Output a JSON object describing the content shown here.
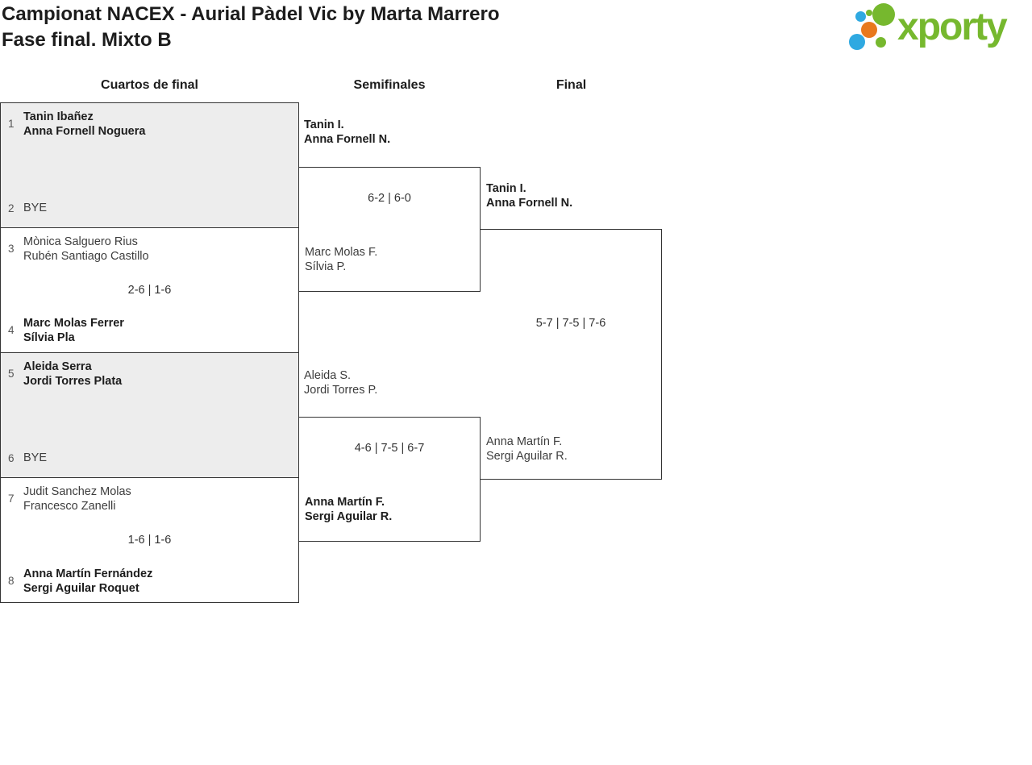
{
  "page": {
    "title_line1": "Campionat NACEX - Aurial Pàdel Vic by Marta Marrero",
    "title_line2": "Fase final. Mixto B"
  },
  "logo": {
    "text": "xporty",
    "colors": {
      "green": "#76b82e",
      "blue": "#2fa9e1",
      "orange": "#e8791d"
    }
  },
  "round_headers": {
    "quarterfinals": "Cuartos de final",
    "semifinals": "Semifinales",
    "final": "Final"
  },
  "bracket": {
    "quarterfinals": [
      {
        "top_seed": "1",
        "top_name1": "Tanin Ibañez",
        "top_name2": "Anna Fornell Noguera",
        "score": "",
        "bottom_seed": "2",
        "bottom_label": "BYE",
        "winner": "top"
      },
      {
        "top_seed": "3",
        "top_name1": "Mònica Salguero Rius",
        "top_name2": "Rubén Santiago Castillo",
        "score": "2-6 | 1-6",
        "bottom_seed": "4",
        "bottom_name1": "Marc Molas Ferrer",
        "bottom_name2": "Sílvia Pla",
        "winner": "bottom"
      },
      {
        "top_seed": "5",
        "top_name1": "Aleida Serra",
        "top_name2": "Jordi Torres Plata",
        "score": "",
        "bottom_seed": "6",
        "bottom_label": "BYE",
        "winner": "top"
      },
      {
        "top_seed": "7",
        "top_name1": "Judit Sanchez Molas",
        "top_name2": "Francesco Zanelli",
        "score": "1-6 | 1-6",
        "bottom_seed": "8",
        "bottom_name1": "Anna Martín Fernández",
        "bottom_name2": "Sergi Aguilar Roquet",
        "winner": "bottom"
      }
    ],
    "semifinals": [
      {
        "top_name1": "Tanin I.",
        "top_name2": "Anna Fornell N.",
        "score": "6-2 | 6-0",
        "bottom_name1": "Marc Molas F.",
        "bottom_name2": "Sílvia P.",
        "winner": "top"
      },
      {
        "top_name1": "Aleida S.",
        "top_name2": "Jordi Torres P.",
        "score": "4-6 | 7-5 | 6-7",
        "bottom_name1": "Anna Martín F.",
        "bottom_name2": "Sergi Aguilar R.",
        "winner": "bottom"
      }
    ],
    "final": {
      "top_name1": "Tanin I.",
      "top_name2": "Anna Fornell N.",
      "score": "5-7 | 7-5 | 7-6",
      "bottom_name1": "Anna Martín F.",
      "bottom_name2": "Sergi Aguilar R.",
      "winner": "top"
    }
  },
  "colors": {
    "block_grey": "#ededed",
    "border": "#333333",
    "winner_text": "#1d1d1d",
    "loser_text": "#3d3d3d"
  }
}
